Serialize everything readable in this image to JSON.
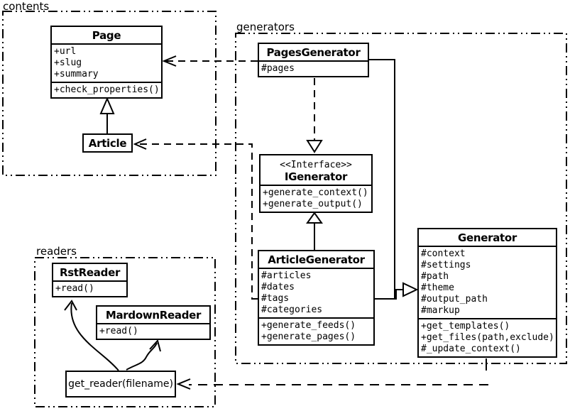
{
  "diagram": {
    "type": "uml-class-diagram",
    "background": "#ffffff",
    "line_color": "#000000"
  },
  "packages": {
    "contents": {
      "label": "contents"
    },
    "generators": {
      "label": "generators"
    },
    "readers": {
      "label": "readers"
    }
  },
  "classes": {
    "page": {
      "name": "Page",
      "attributes": [
        "+url",
        "+slug",
        "+summary"
      ],
      "methods": [
        "+check_properties()"
      ]
    },
    "article": {
      "name": "Article"
    },
    "pages_generator": {
      "name": "PagesGenerator",
      "attributes": [
        "#pages"
      ]
    },
    "igenerator": {
      "stereotype": "<<Interface>>",
      "name": "IGenerator",
      "methods": [
        "+generate_context()",
        "+generate_output()"
      ]
    },
    "article_generator": {
      "name": "ArticleGenerator",
      "attributes": [
        "#articles",
        "#dates",
        "#tags",
        "#categories"
      ],
      "methods": [
        "+generate_feeds()",
        "+generate_pages()"
      ]
    },
    "generator": {
      "name": "Generator",
      "attributes": [
        "#context",
        "#settings",
        "#path",
        "#theme",
        "#output_path",
        "#markup"
      ],
      "methods": [
        "+get_templates()",
        "+get_files(path,exclude)",
        "#_update_context()"
      ]
    },
    "rst_reader": {
      "name": "RstReader",
      "methods": [
        "+read()"
      ]
    },
    "markdown_reader": {
      "name": "MardownReader",
      "methods": [
        "+read()"
      ]
    },
    "get_reader": {
      "name": "get_reader(filename)"
    }
  },
  "relationships": [
    {
      "type": "generalization",
      "from": "Article",
      "to": "Page"
    },
    {
      "type": "dependency",
      "from": "PagesGenerator",
      "to": "Page"
    },
    {
      "type": "dependency",
      "from": "ArticleGenerator",
      "to": "Article"
    },
    {
      "type": "realization",
      "from": "PagesGenerator",
      "to": "IGenerator"
    },
    {
      "type": "generalization",
      "from": "ArticleGenerator",
      "to": "IGenerator"
    },
    {
      "type": "generalization",
      "from": "PagesGenerator",
      "to": "Generator"
    },
    {
      "type": "generalization",
      "from": "ArticleGenerator",
      "to": "Generator"
    },
    {
      "type": "dependency",
      "from": "Generator",
      "to": "get_reader(filename)"
    },
    {
      "type": "arrow",
      "from": "get_reader(filename)",
      "to": "RstReader"
    },
    {
      "type": "arrow",
      "from": "get_reader(filename)",
      "to": "MardownReader"
    }
  ]
}
